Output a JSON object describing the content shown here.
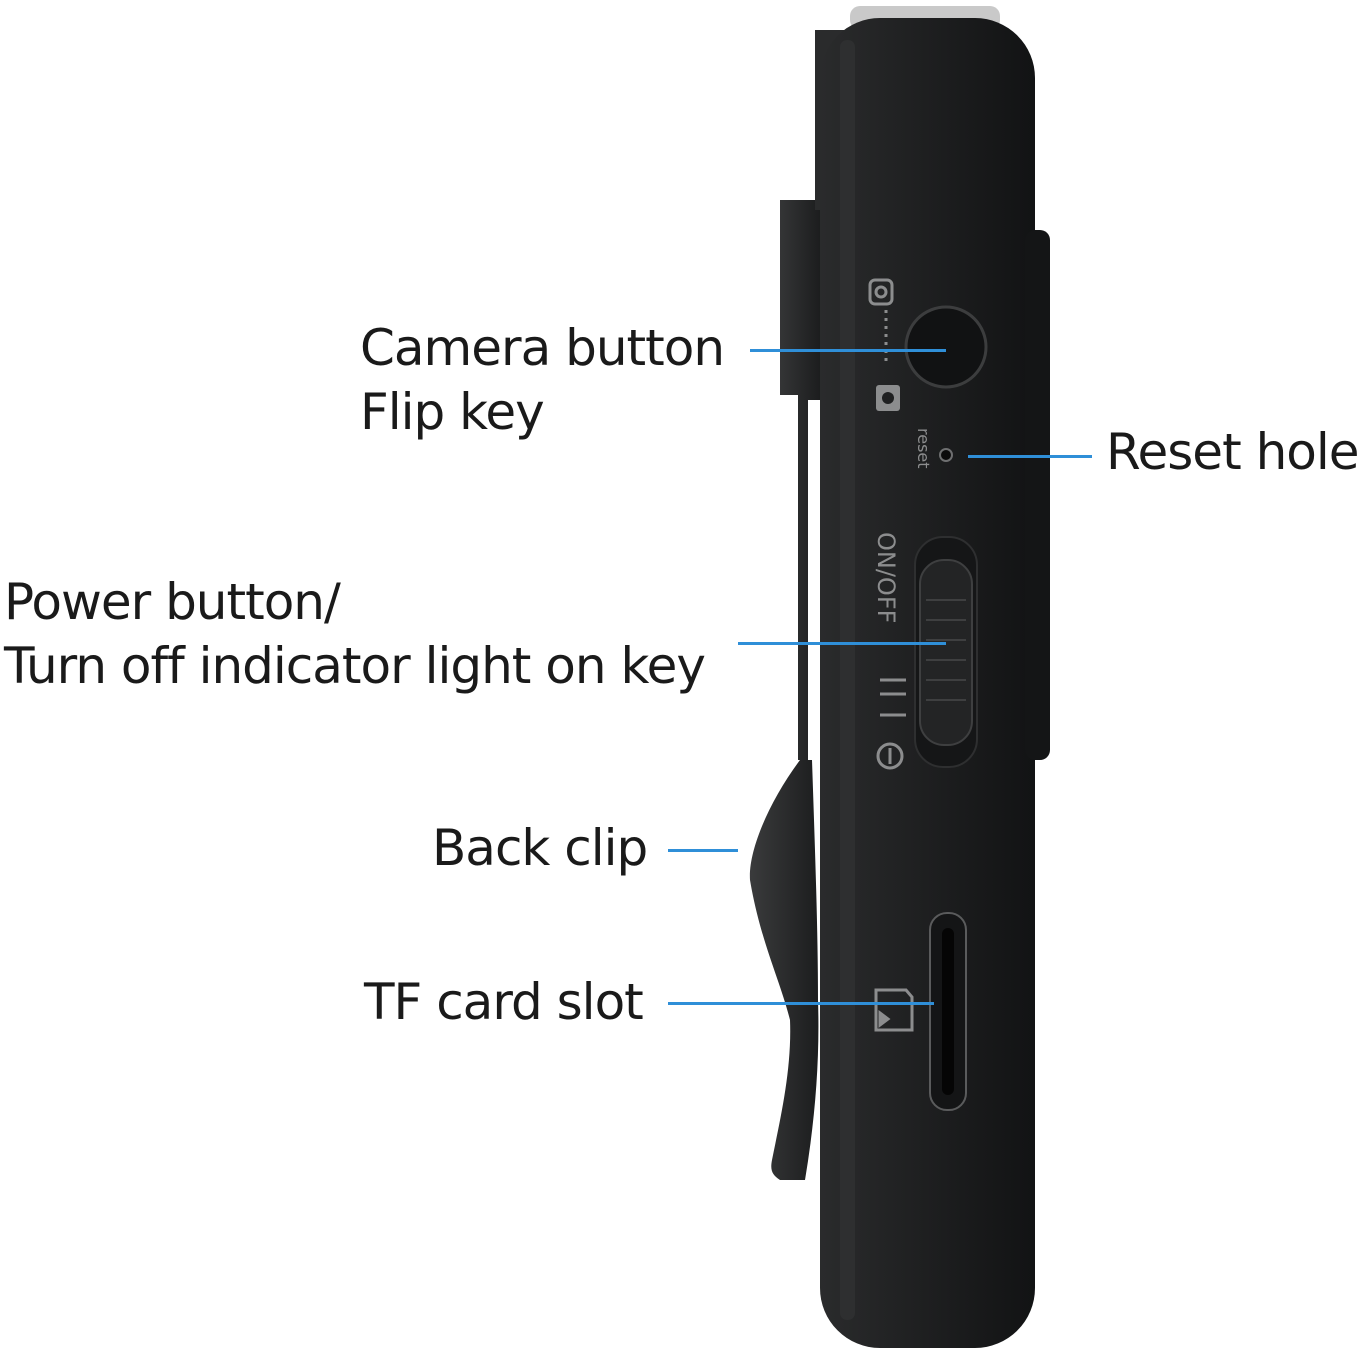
{
  "colors": {
    "leader_line": "#2f8fd8",
    "device_body": "#1f2021",
    "text": "#1a1a1a"
  },
  "device": {
    "switch_text": "ON/OFF",
    "reset_text": "reset",
    "icons": [
      "camera-flip-icon",
      "camera-icon",
      "light-indicator-icon",
      "tf-card-icon"
    ]
  },
  "callouts": {
    "camera": {
      "line1": "Camera button",
      "line2": "Flip key"
    },
    "reset": {
      "text": "Reset hole"
    },
    "power": {
      "line1": "Power button/",
      "line2": "Turn off indicator light on key"
    },
    "clip": {
      "text": "Back clip"
    },
    "tf": {
      "text": "TF card slot"
    }
  }
}
